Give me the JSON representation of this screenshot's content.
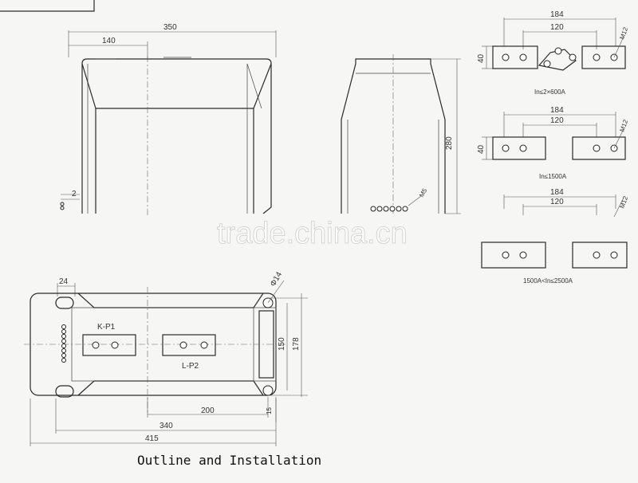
{
  "front_view": {
    "dim_width": "350",
    "dim_inner": "140",
    "dim_small": "2"
  },
  "side_view": {
    "dim_height": "280",
    "terminal_label": "M5"
  },
  "plan_view": {
    "dim_24": "24",
    "hole_label": "Φ14",
    "label_kp1": "K-P1",
    "label_lp2": "L-P2",
    "dim_150": "150",
    "dim_178": "178",
    "dim_200": "200",
    "dim_15": "15",
    "dim_340": "340",
    "dim_415": "415"
  },
  "busbar_1": {
    "dim_outer": "184",
    "dim_inner": "120",
    "dim_height": "40",
    "bolt": "M12",
    "caption": "In≤2×600A"
  },
  "busbar_2": {
    "dim_outer": "184",
    "dim_inner": "120",
    "dim_height": "40",
    "bolt": "M12",
    "caption": "In≤1500A"
  },
  "busbar_3": {
    "dim_outer": "184",
    "dim_inner": "120",
    "bolt": "M12",
    "caption": "1500A<In≤2500A"
  },
  "caption": "Outline and Installation",
  "watermark": "trade.china.cn"
}
